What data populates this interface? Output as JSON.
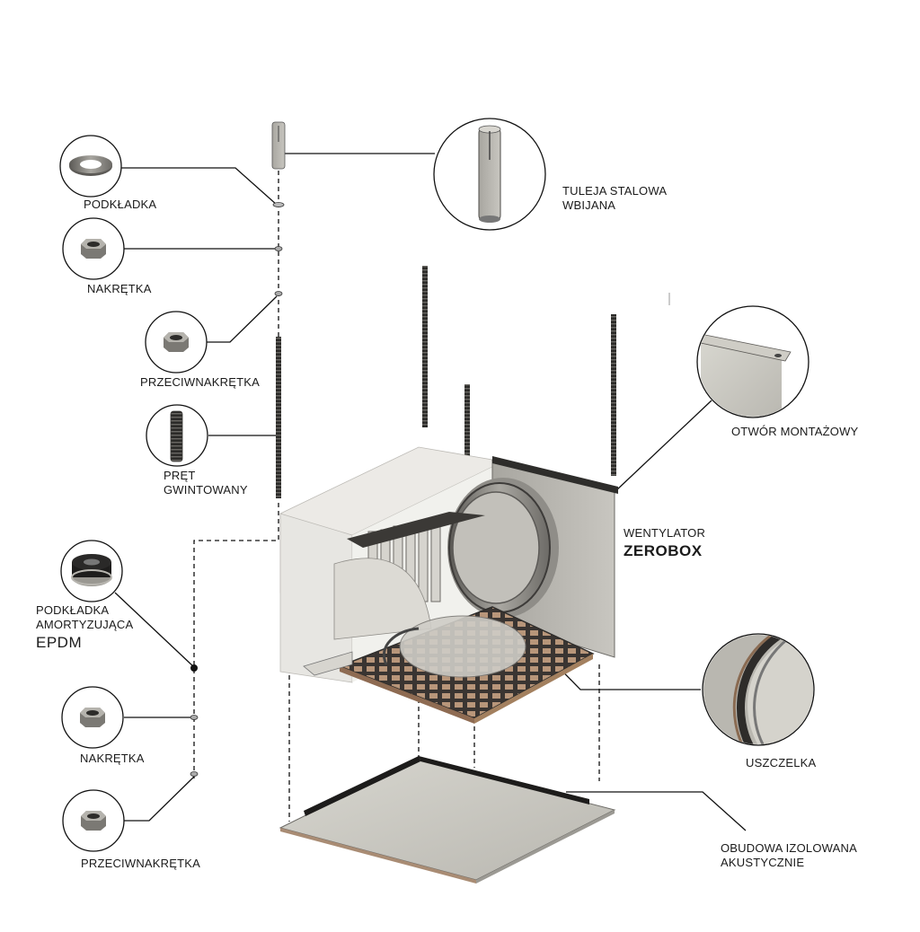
{
  "labels": {
    "podkladka": "PODKŁADKA",
    "nakretka_top": "NAKRĘTKA",
    "przeciwnakretka_top": "PRZECIWNAKRĘTKA",
    "pret_line1": "PRĘT",
    "pret_line2": "GWINTOWANY",
    "amort_line1": "PODKŁADKA",
    "amort_line2": "AMORTYZUJĄCA",
    "amort_line3": "EPDM",
    "nakretka_bottom": "NAKRĘTKA",
    "przeciwnakretka_bottom": "PRZECIWNAKRĘTKA",
    "tuleja_line1": "TULEJA STALOWA",
    "tuleja_line2": "WBIJANA",
    "otwor": "OTWÓR MONTAŻOWY",
    "wentylator_line1": "WENTYLATOR",
    "wentylator_line2": "ZEROBOX",
    "uszczelka": "USZCZELKA",
    "obudowa_line1": "OBUDOWA IZOLOWANA",
    "obudowa_line2": "AKUSTYCZNIE"
  },
  "colors": {
    "line": "#111111",
    "metal_light": "#c9c7c0",
    "metal_mid": "#9c9a93",
    "metal_dark": "#4a4845",
    "glass": "#e9e8e4",
    "copper": "#a67c5b"
  }
}
